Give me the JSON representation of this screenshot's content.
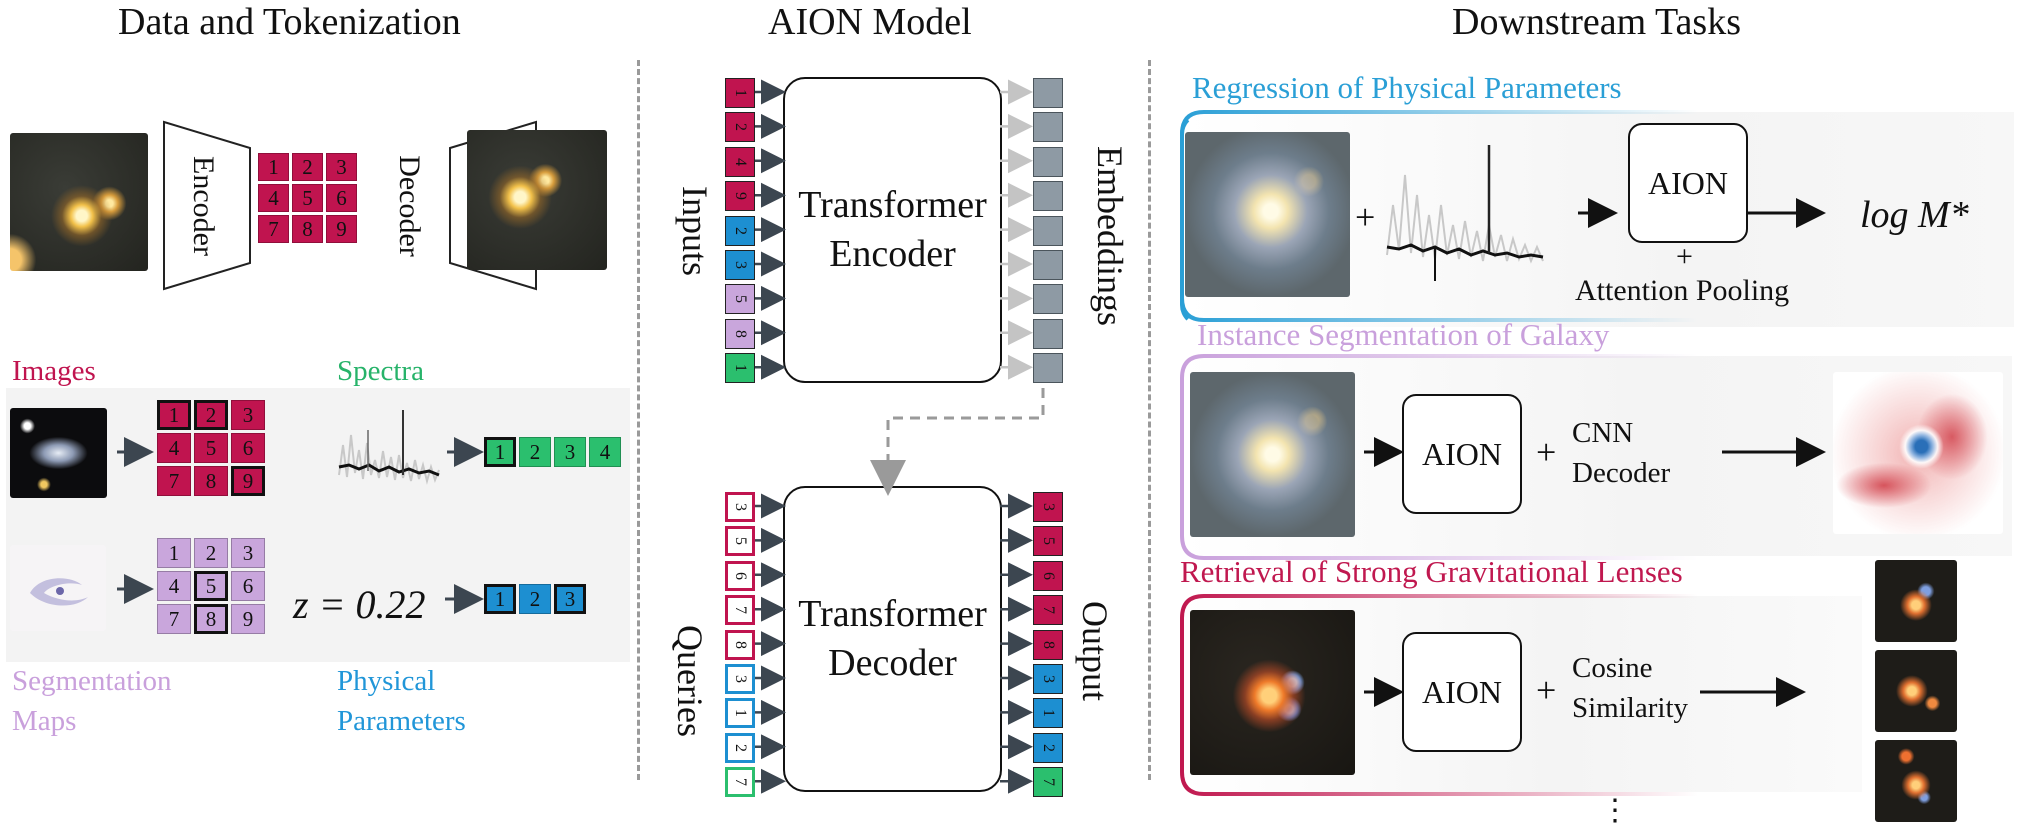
{
  "columns": {
    "left": "Data and Tokenization",
    "middle": "AION Model",
    "right": "Downstream Tasks"
  },
  "tokenizer": {
    "encoder": "Encoder",
    "decoder": "Decoder",
    "grid": [
      "1",
      "2",
      "3",
      "4",
      "5",
      "6",
      "7",
      "8",
      "9"
    ]
  },
  "modalities": {
    "images": "Images",
    "spectra": "Spectra",
    "segmentation_line1": "Segmentation",
    "segmentation_line2": "Maps",
    "physical_line1": "Physical",
    "physical_line2": "Parameters",
    "image_tokens": [
      "1",
      "2",
      "3",
      "4",
      "5",
      "6",
      "7",
      "8",
      "9"
    ],
    "spectra_tokens": [
      "1",
      "2",
      "3",
      "4"
    ],
    "seg_tokens": [
      "1",
      "2",
      "3",
      "4",
      "5",
      "6",
      "7",
      "8",
      "9"
    ],
    "redshift": "z = 0.22",
    "param_tokens": [
      "1",
      "2",
      "3"
    ]
  },
  "model": {
    "inputs_label": "Inputs",
    "embeddings_label": "Embeddings",
    "encoder_line1": "Transformer",
    "encoder_line2": "Encoder",
    "input_tokens": [
      "1",
      "2",
      "4",
      "9",
      "2",
      "3",
      "5",
      "8",
      "1"
    ],
    "queries_label": "Queries",
    "output_label": "Output",
    "decoder_line1": "Transformer",
    "decoder_line2": "Decoder",
    "query_tokens": [
      "3",
      "5",
      "6",
      "7",
      "8",
      "3",
      "1",
      "2",
      "7"
    ],
    "output_tokens": [
      "3",
      "5",
      "6",
      "7",
      "8",
      "3",
      "1",
      "2",
      "7"
    ]
  },
  "tasks": {
    "regression": {
      "title": "Regression of Physical Parameters",
      "plus": "+",
      "model": "AION",
      "pool_plus": "+",
      "pooling": "Attention Pooling",
      "output": "log M*"
    },
    "segmentation": {
      "title": "Instance Segmentation of Galaxy",
      "model": "AION",
      "plus": "+",
      "head_line1": "CNN",
      "head_line2": "Decoder"
    },
    "retrieval": {
      "title": "Retrieval of Strong Gravitational Lenses",
      "model": "AION",
      "plus": "+",
      "head_line1": "Cosine",
      "head_line2": "Similarity"
    },
    "ellipsis": "⋮"
  },
  "colors": {
    "image_token": "#c0144f",
    "spectra_token": "#2bbf6e",
    "seg_token": "#c9a6dc",
    "param_token": "#1d8fd1",
    "regression_title": "#2a9fd6",
    "segmentation_title": "#c9a0dc",
    "retrieval_title": "#c0184f",
    "images_label": "#c0144f",
    "spectra_label": "#27b36a",
    "seg_label": "#c9a0dc",
    "phys_label": "#2196d8"
  }
}
